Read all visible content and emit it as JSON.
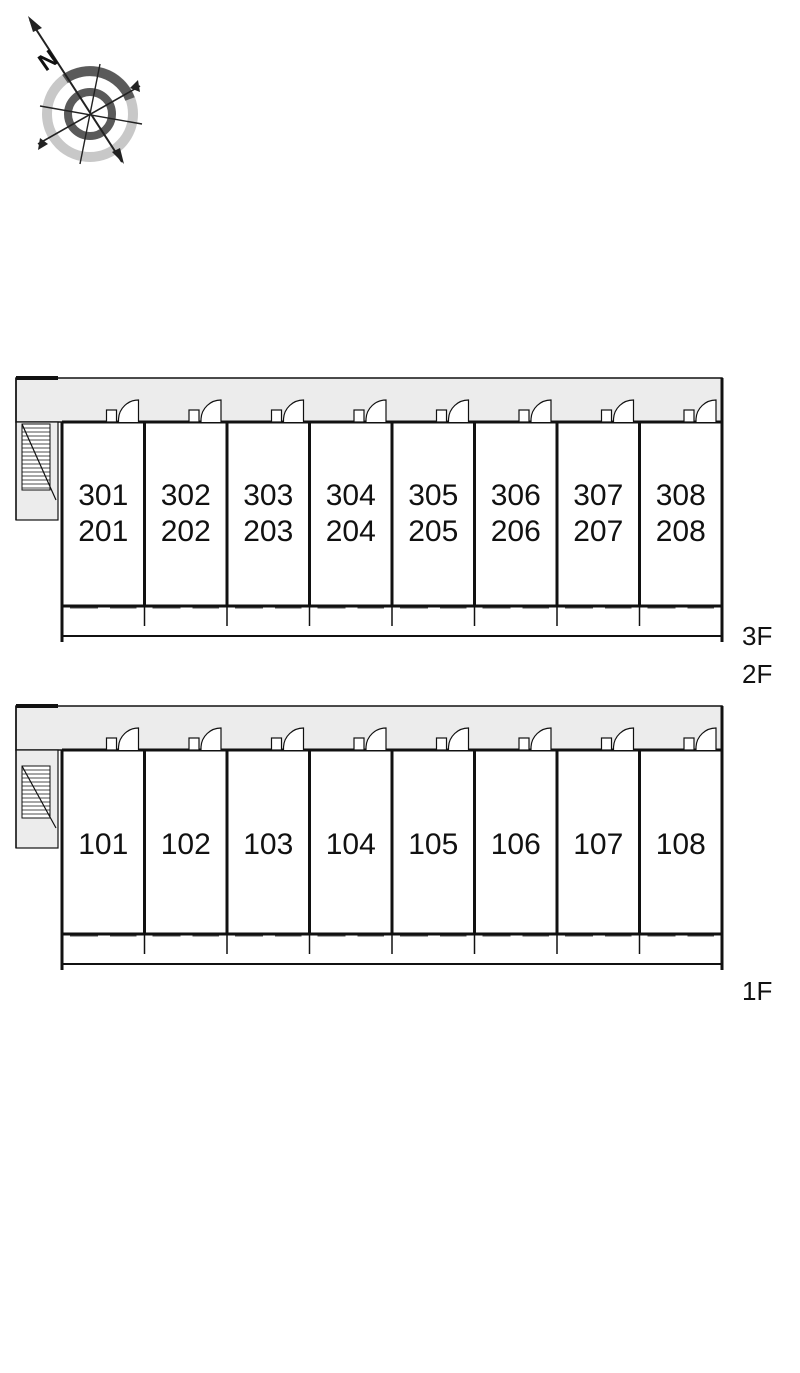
{
  "compass": {
    "north_letter": "N",
    "icon": "compass-rose-icon",
    "colors": {
      "outer_ring": "#c8c8c8",
      "inner_ring": "#5a5a5a",
      "needle": "#222222"
    }
  },
  "floors": [
    {
      "id": "upper",
      "units": [
        {
          "top": "301",
          "bottom": "201"
        },
        {
          "top": "302",
          "bottom": "202"
        },
        {
          "top": "303",
          "bottom": "203"
        },
        {
          "top": "304",
          "bottom": "204"
        },
        {
          "top": "305",
          "bottom": "205"
        },
        {
          "top": "306",
          "bottom": "206"
        },
        {
          "top": "307",
          "bottom": "207"
        },
        {
          "top": "308",
          "bottom": "208"
        }
      ],
      "labels": [
        "3F",
        "2F"
      ]
    },
    {
      "id": "ground",
      "units": [
        {
          "top": "101"
        },
        {
          "top": "102"
        },
        {
          "top": "103"
        },
        {
          "top": "104"
        },
        {
          "top": "105"
        },
        {
          "top": "106"
        },
        {
          "top": "107"
        },
        {
          "top": "108"
        }
      ],
      "labels": [
        "1F"
      ]
    }
  ],
  "colors": {
    "corridor_fill": "#ececec",
    "wall": "#111111",
    "background": "#ffffff"
  }
}
